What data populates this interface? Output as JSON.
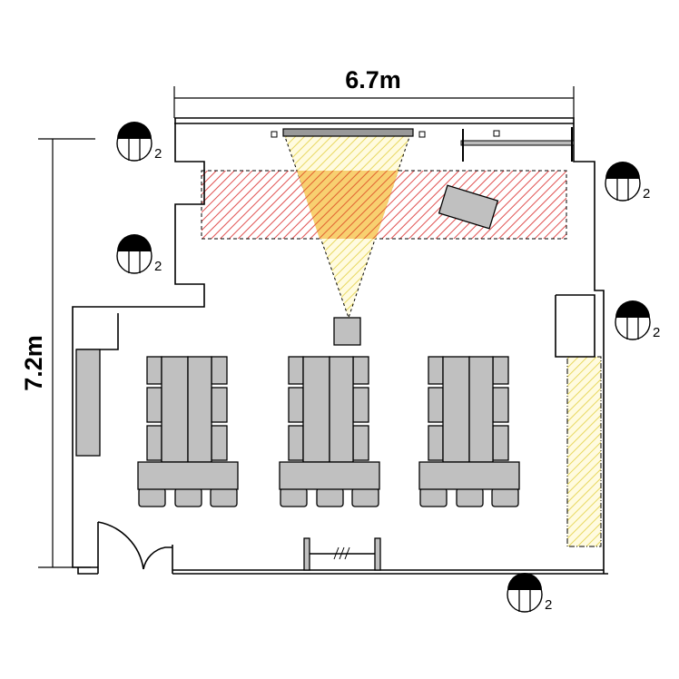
{
  "plan": {
    "width_label": "6.7m",
    "height_label": "7.2m",
    "outlets": [
      {
        "id": "outlet-top-left",
        "count_label": "2"
      },
      {
        "id": "outlet-mid-left",
        "count_label": "2"
      },
      {
        "id": "outlet-top-right",
        "count_label": "2"
      },
      {
        "id": "outlet-mid-right",
        "count_label": "2"
      },
      {
        "id": "outlet-bottom",
        "count_label": "2"
      }
    ],
    "table_groups": 3,
    "colors": {
      "furniture": "#c0c0c0",
      "stage_area_hatch": "#e05050",
      "projection_hatch": "#e8d860",
      "line": "#000000"
    }
  }
}
